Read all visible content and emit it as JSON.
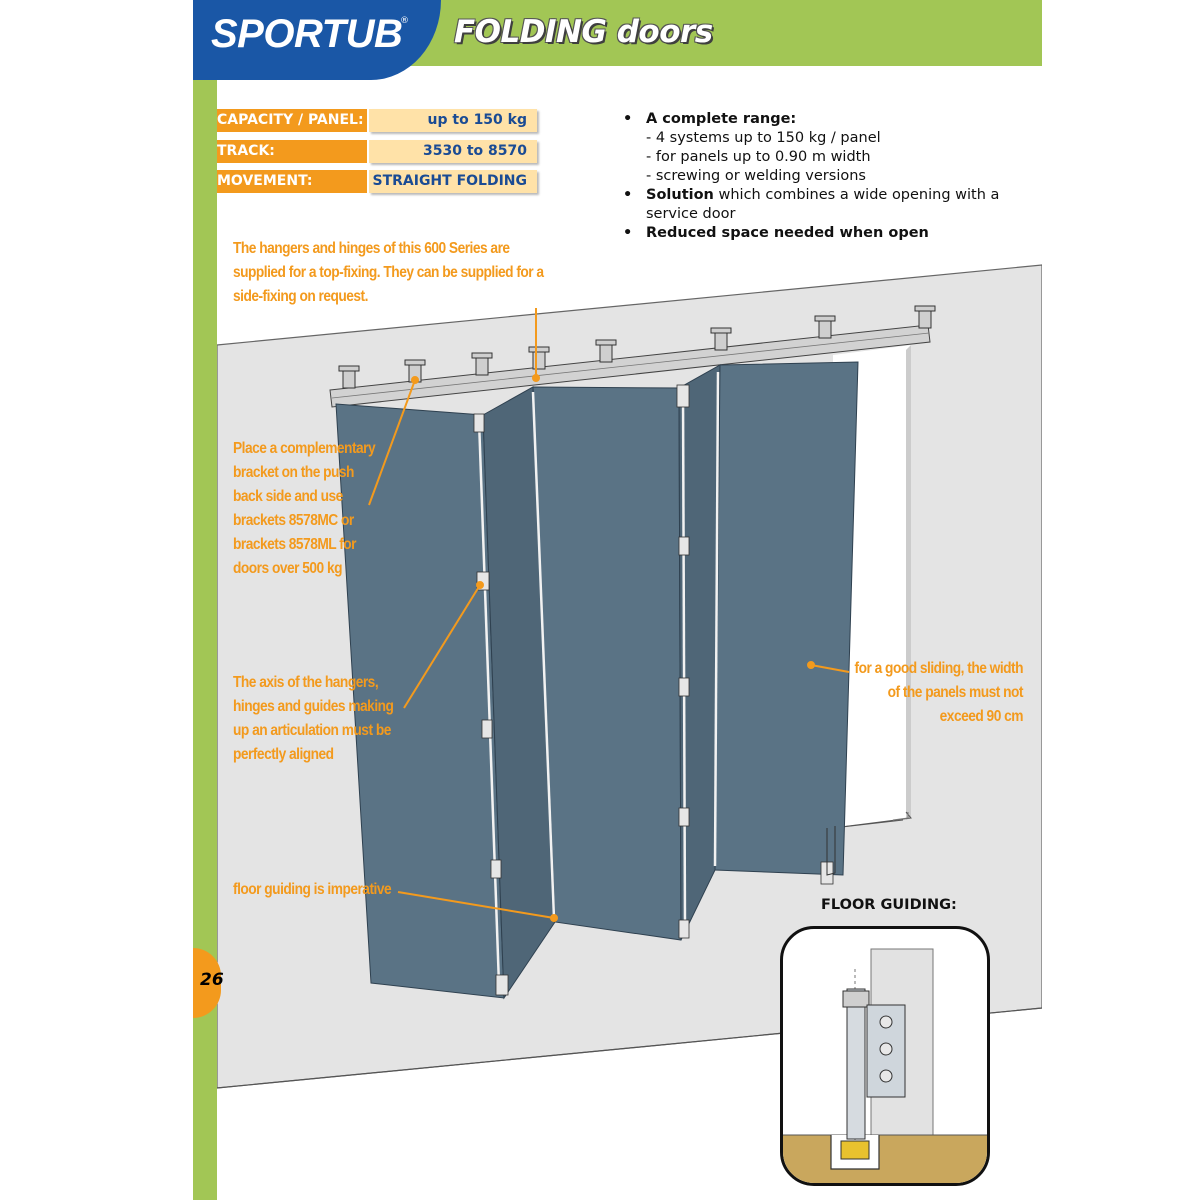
{
  "header": {
    "brand": "SPORTUB",
    "brand_mark": "®",
    "title": "FOLDING doors"
  },
  "page_number": "26",
  "specs": [
    {
      "label": "CAPACITY / PANEL:",
      "value": "up to 150 kg"
    },
    {
      "label": "TRACK:",
      "value": "3530 to 8570"
    },
    {
      "label": "MOVEMENT:",
      "value": "STRAIGHT FOLDING"
    }
  ],
  "features": {
    "range_title": "A complete range:",
    "range_items": [
      "- 4 systems up to 150 kg / panel",
      "- for panels up to 0.90 m width",
      "- screwing or welding versions"
    ],
    "solution_bold": "Solution",
    "solution_rest": " which combines a wide opening with a service door",
    "reduced": "Reduced space needed when open"
  },
  "notes": {
    "hangers": [
      "The hangers and hinges of this 600 Series are",
      "supplied for a top-fixing. They can be supplied for a",
      "side-fixing on request."
    ],
    "bracket": [
      "Place a complementary",
      "bracket on the push",
      "back side and use",
      "brackets 8578MC or",
      "brackets 8578ML for",
      "doors over 500 kg"
    ],
    "axis": [
      "The axis of the hangers,",
      "hinges and guides making",
      "up an articulation must be",
      "perfectly aligned"
    ],
    "floor": [
      "floor guiding is imperative"
    ],
    "width": [
      "for a good sliding, the width",
      "of the panels must not",
      "exceed 90 cm"
    ]
  },
  "floor_guiding_title": "FLOOR GUIDING:",
  "colors": {
    "brand_blue": "#1a57a6",
    "header_green": "#a2c655",
    "accent_orange": "#f39a1d",
    "spec_value_bg": "#ffe2a8",
    "spec_value_text": "#1a4b94",
    "panel_blue": "#5a7385",
    "wall_grey": "#e4e4e4",
    "floor_tan": "#c9a75d"
  }
}
